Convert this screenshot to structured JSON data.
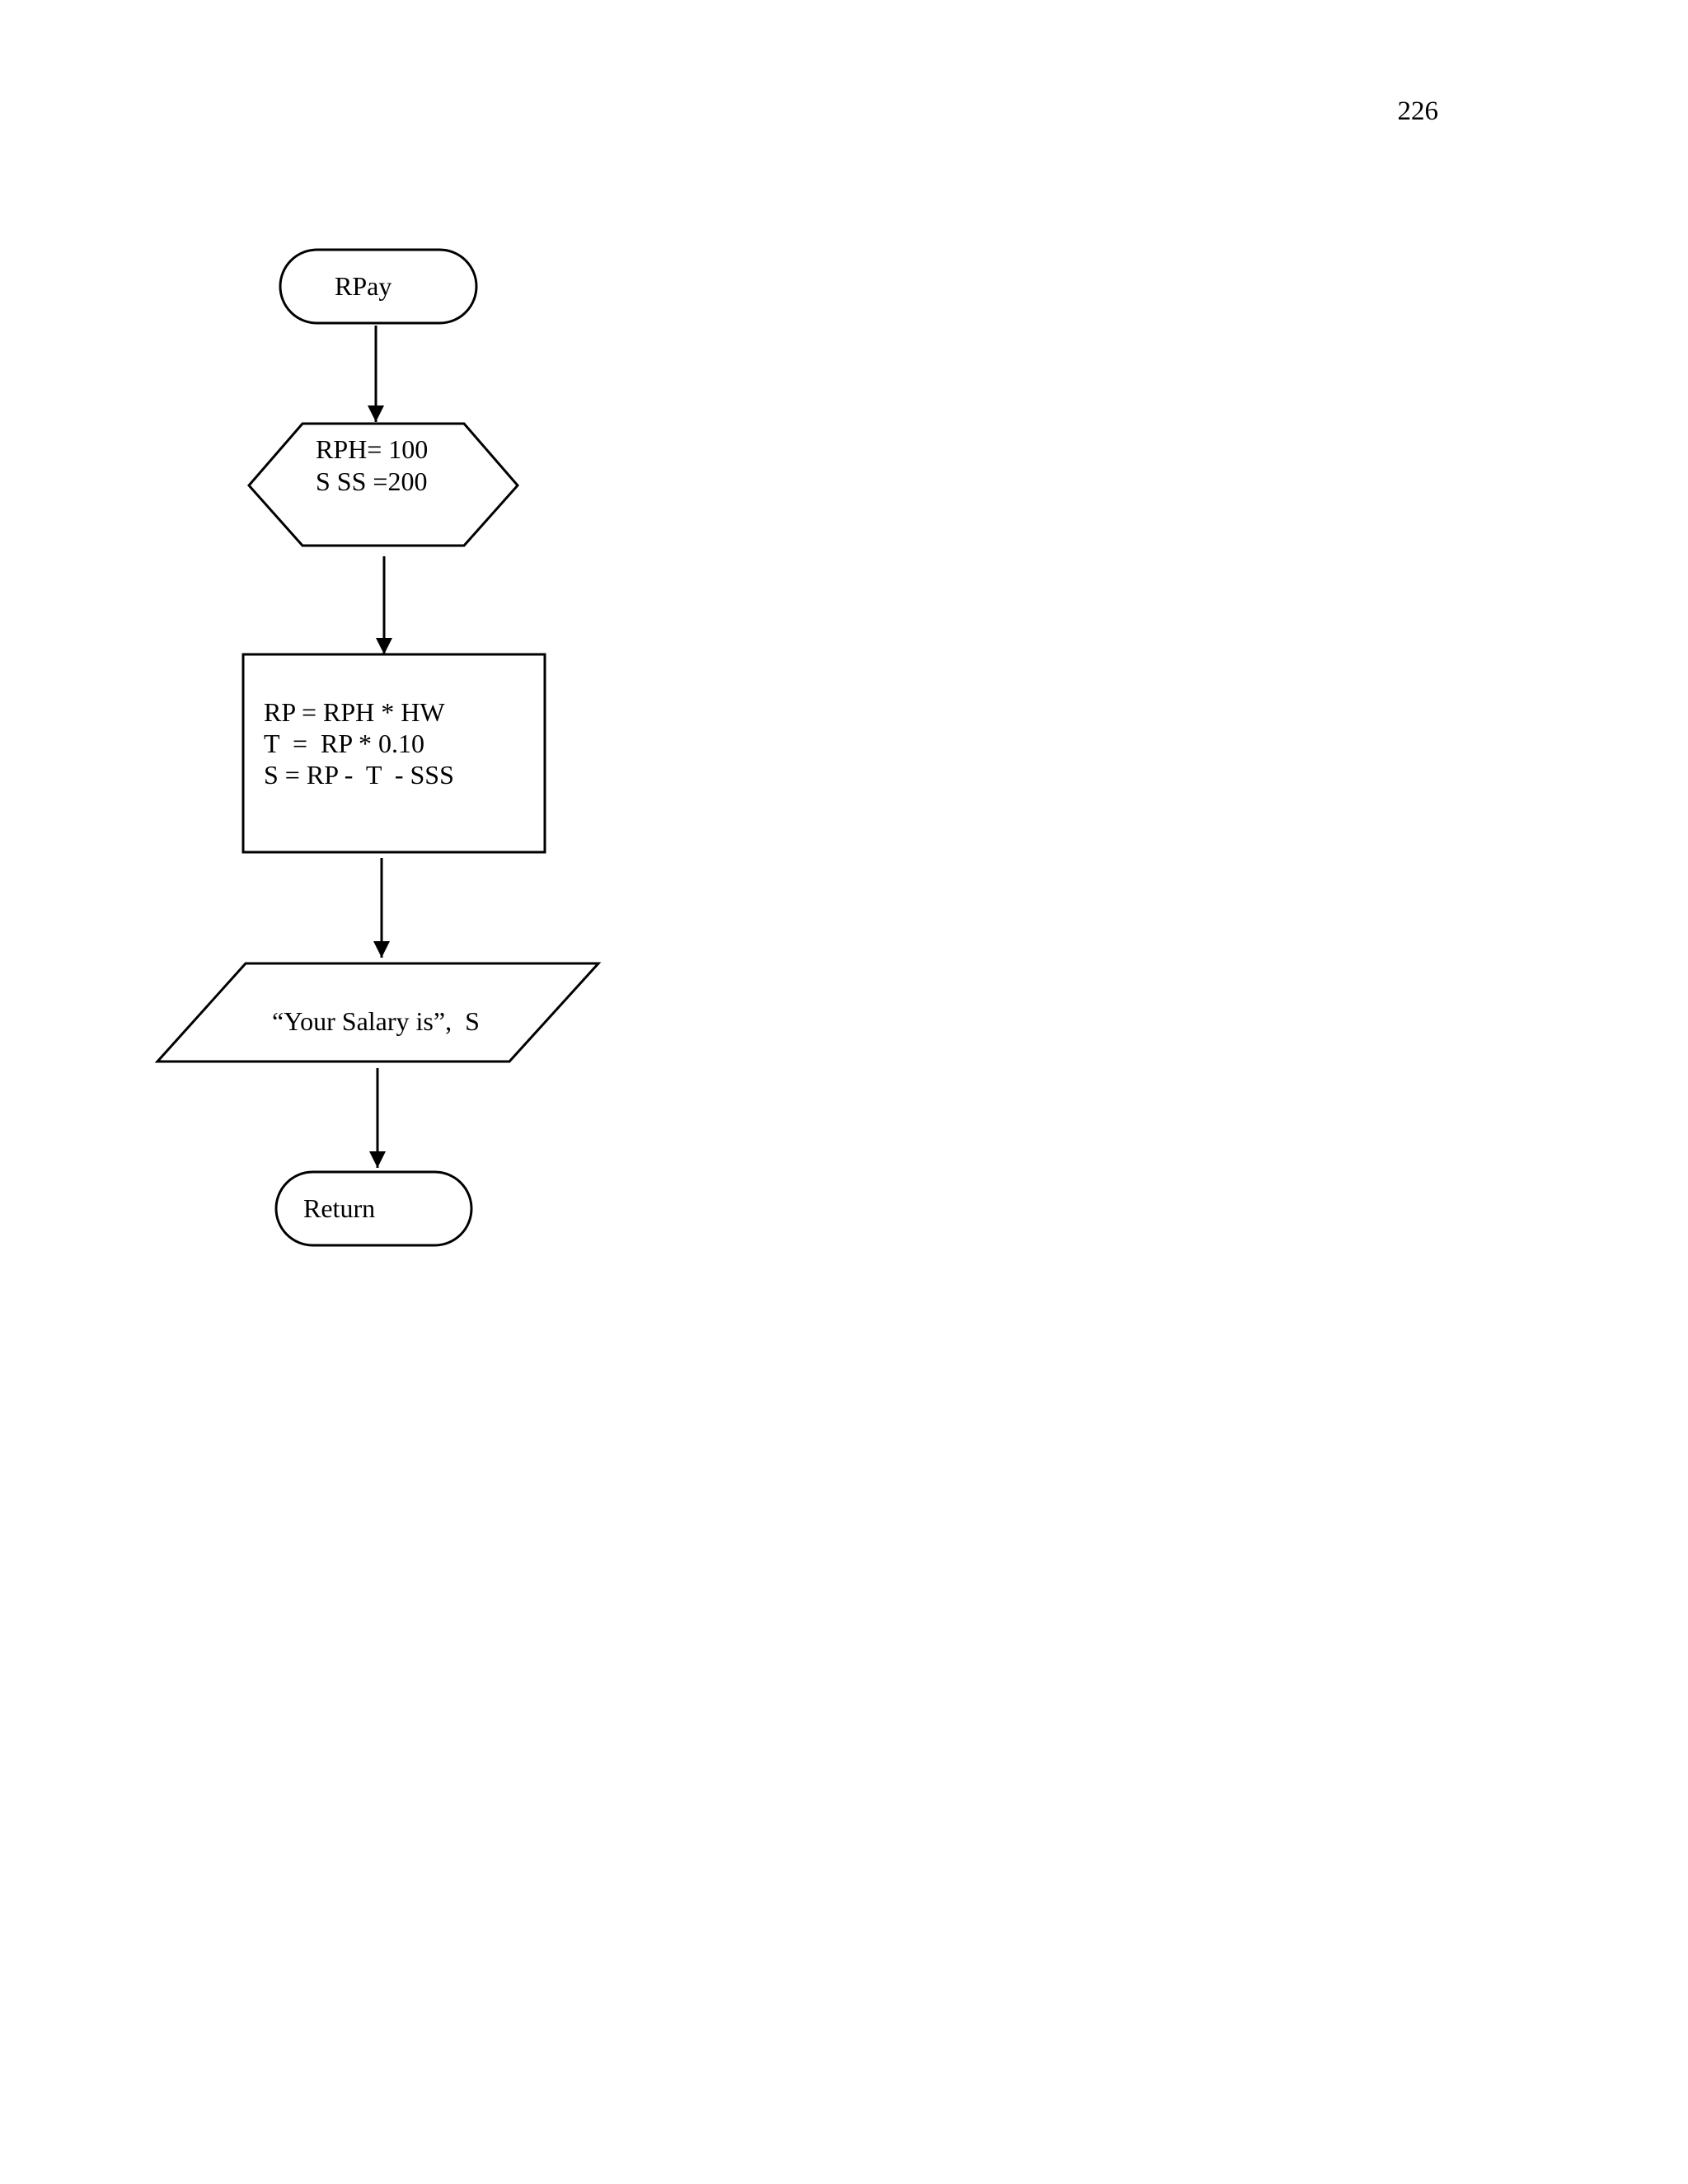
{
  "page": {
    "number": "226"
  },
  "flowchart": {
    "nodes": [
      {
        "id": "start",
        "kind": "terminator",
        "lines": [
          "RPay"
        ]
      },
      {
        "id": "init",
        "kind": "preparation",
        "lines": [
          "RPH= 100",
          "S SS =200"
        ]
      },
      {
        "id": "compute",
        "kind": "process",
        "lines": [
          "RP = RPH * HW",
          "T  =  RP * 0.10",
          "S = RP -  T  - SSS"
        ]
      },
      {
        "id": "output",
        "kind": "input-output",
        "lines": [
          "“Your Salary is”,  S"
        ]
      },
      {
        "id": "end",
        "kind": "terminator",
        "lines": [
          "Return"
        ]
      }
    ],
    "edges": [
      {
        "from": "start",
        "to": "init"
      },
      {
        "from": "init",
        "to": "compute"
      },
      {
        "from": "compute",
        "to": "output"
      },
      {
        "from": "output",
        "to": "end"
      }
    ]
  }
}
